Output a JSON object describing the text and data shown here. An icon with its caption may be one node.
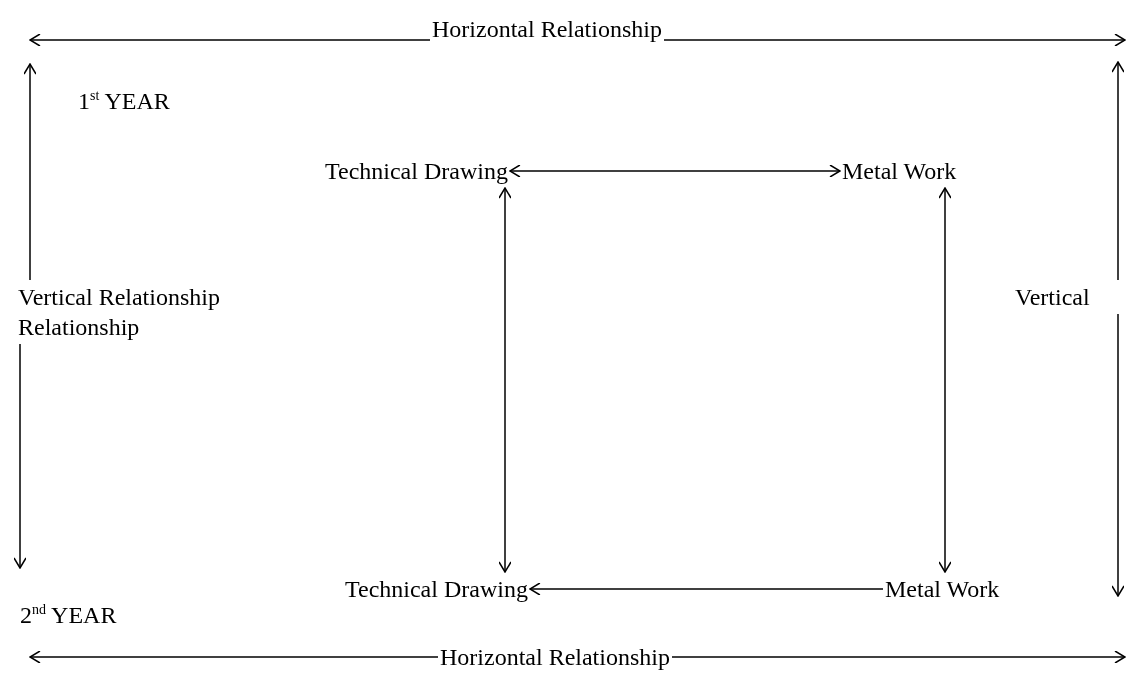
{
  "diagram": {
    "nodes": [
      {
        "text": [
          "Horizontal Relationship"
        ]
      },
      {
        "text": [
          "Vertical Relationship Relationship"
        ]
      },
      {
        "text": [
          "Technical Drawing"
        ]
      },
      {
        "text": [
          "Metal Work"
        ]
      },
      {
        "text": [
          "Vertical"
        ]
      },
      {
        "text": [
          "Technical Drawing"
        ]
      },
      {
        "text": [
          "Metal Work"
        ]
      },
      {
        "text": [
          "Horizontal Relationship"
        ]
      }
    ],
    "edges": [
      {
        "from": 0,
        "to": null,
        "arrow": "to"
      },
      {
        "from": 0,
        "to": null,
        "arrow": "to"
      },
      {
        "from": 1,
        "to": null,
        "arrow": "to"
      },
      {
        "from": 1,
        "to": null,
        "arrow": "to"
      },
      {
        "from": 2,
        "to": 3,
        "arrow": "both"
      },
      {
        "from": 2,
        "to": 5,
        "arrow": "both"
      },
      {
        "from": 3,
        "to": 6,
        "arrow": "both"
      },
      {
        "from": 4,
        "to": null,
        "arrow": "to"
      },
      {
        "from": 4,
        "to": null,
        "arrow": "to"
      },
      {
        "from": 6,
        "to": 5,
        "arrow": "to"
      },
      {
        "from": 7,
        "to": null,
        "arrow": "to"
      },
      {
        "from": 7,
        "to": null,
        "arrow": "to"
      }
    ],
    "labels": [
      "1$^{st}$ YEAR",
      "2$^{nd}$ YEAR"
    ]
  }
}
